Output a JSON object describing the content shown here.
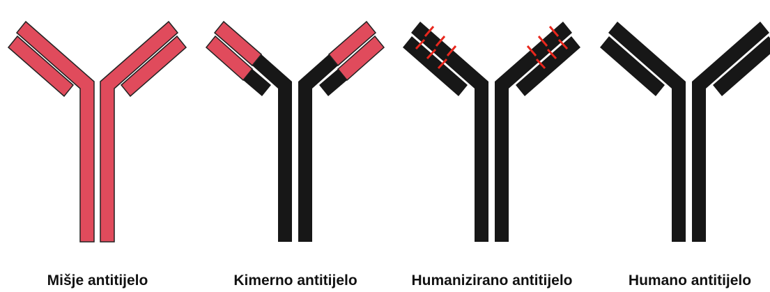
{
  "colors": {
    "mouse": "#E04B5C",
    "human": "#171717",
    "cdr": "#E8271D",
    "background": "#FFFFFF"
  },
  "antibodies": [
    {
      "label": "Mišje antitijelo",
      "type": "mouse"
    },
    {
      "label": "Kimerno antitijelo",
      "type": "chimeric"
    },
    {
      "label": "Humanizirano antitijelo",
      "type": "humanized"
    },
    {
      "label": "Humano antitijelo",
      "type": "human"
    }
  ]
}
